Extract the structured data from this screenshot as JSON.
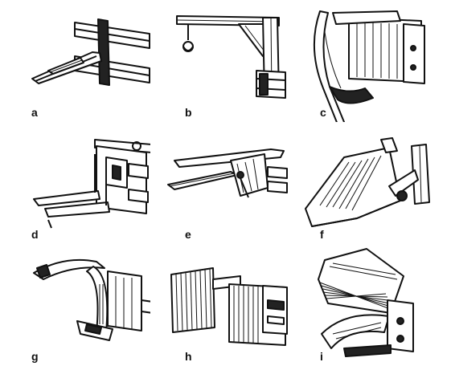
{
  "figure": {
    "panels": [
      {
        "id": "a",
        "label": "a",
        "icon": "pallet-fork-attachment-icon"
      },
      {
        "id": "b",
        "label": "b",
        "icon": "crane-jib-hook-attachment-icon"
      },
      {
        "id": "c",
        "label": "c",
        "icon": "rotating-clamp-attachment-icon"
      },
      {
        "id": "d",
        "label": "d",
        "icon": "side-shift-fork-carriage-icon"
      },
      {
        "id": "e",
        "label": "e",
        "icon": "fork-positioner-attachment-icon"
      },
      {
        "id": "f",
        "label": "f",
        "icon": "tipping-bucket-attachment-icon"
      },
      {
        "id": "g",
        "label": "g",
        "icon": "paper-roll-clamp-attachment-icon"
      },
      {
        "id": "h",
        "label": "h",
        "icon": "carton-clamp-attachment-icon"
      },
      {
        "id": "i",
        "label": "i",
        "icon": "load-push-pull-rotator-icon"
      }
    ]
  }
}
